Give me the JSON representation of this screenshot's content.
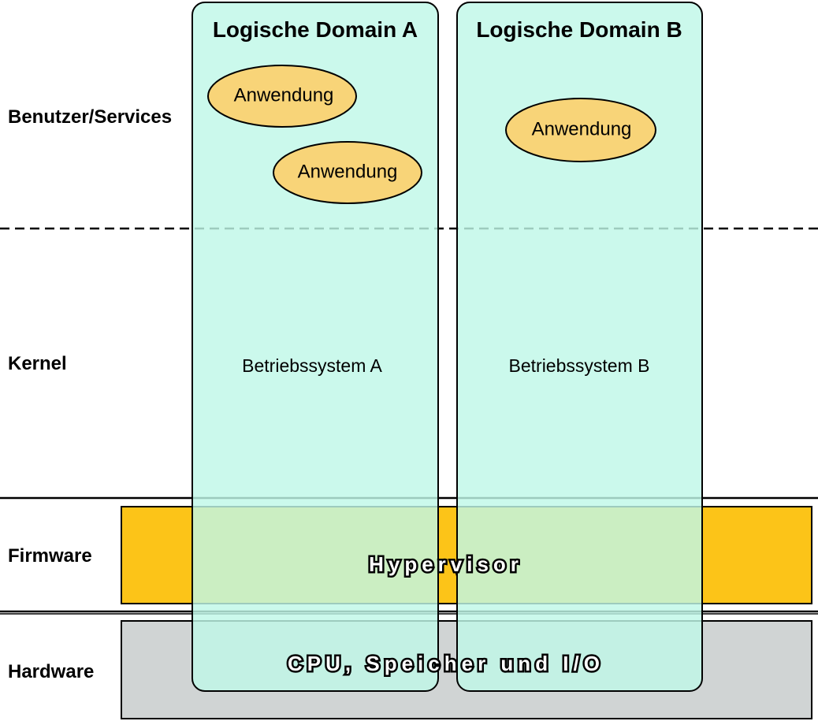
{
  "layers": {
    "user_services": "Benutzer/Services",
    "kernel": "Kernel",
    "firmware": "Firmware",
    "hardware": "Hardware"
  },
  "domains": [
    {
      "title": "Logische Domain A",
      "applications": [
        "Anwendung",
        "Anwendung"
      ],
      "os": "Betriebssystem A"
    },
    {
      "title": "Logische Domain B",
      "applications": [
        "Anwendung"
      ],
      "os": "Betriebssystem B"
    }
  ],
  "firmware_bar": {
    "label": "Hypervisor"
  },
  "hardware_bar": {
    "label": "CPU, Speicher und I/O"
  },
  "colors": {
    "domain_fill": "#c0f8e8",
    "application_fill": "#f8d478",
    "hypervisor_fill": "#fcc418",
    "hardware_fill": "#d0d4d4",
    "overlap_firmware": "#bcee94",
    "overlap_hardware": "#a8ecdc"
  }
}
